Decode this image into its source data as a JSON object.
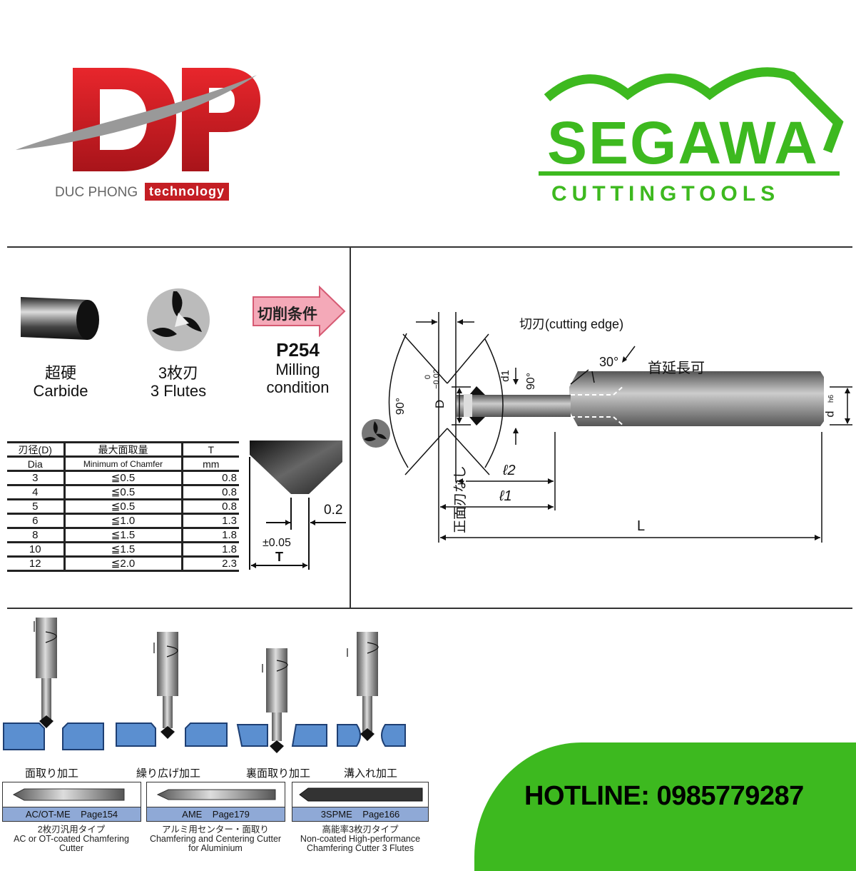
{
  "logos": {
    "dp": {
      "letters": "DP",
      "name": "DUC PHONG",
      "tag": "technology",
      "color": "#d61f26"
    },
    "segawa": {
      "name": "SEGAWA",
      "sub": "CUTTINGTOOLS",
      "color": "#3db91f"
    }
  },
  "features": [
    {
      "jp": "超硬",
      "en": "Carbide"
    },
    {
      "jp": "3枚刃",
      "en": "3 Flutes"
    },
    {
      "arrow": "切削条件",
      "code": "P254",
      "en1": "Milling",
      "en2": "condition"
    }
  ],
  "table": {
    "headers_jp": [
      "刃径(D)",
      "最大面取量",
      "T"
    ],
    "headers_en": [
      "Dia",
      "Minimum of Chamfer",
      "mm"
    ],
    "rows": [
      [
        "3",
        "≦0.5",
        "0.8"
      ],
      [
        "4",
        "≦0.5",
        "0.8"
      ],
      [
        "5",
        "≦0.5",
        "0.8"
      ],
      [
        "6",
        "≦1.0",
        "1.3"
      ],
      [
        "8",
        "≦1.5",
        "1.8"
      ],
      [
        "10",
        "≦1.5",
        "1.8"
      ],
      [
        "12",
        "≦2.0",
        "2.3"
      ]
    ]
  },
  "tip_diagram": {
    "gap": "0.2",
    "tol": "±0.05",
    "t": "T"
  },
  "drawing": {
    "cutting_edge": "切刃(cutting edge)",
    "angle30": "30°",
    "neck": "首延長可",
    "angle90a": "90°",
    "angle90b": "90°",
    "tol_top": "0",
    "tol_bot": "−0.02",
    "D": "D",
    "d1": "d1",
    "l2": "ℓ2",
    "l1": "ℓ1",
    "L": "L",
    "d": "d",
    "h6": "h6",
    "no_face": "正面刃なし"
  },
  "operations": [
    "面取り加工",
    "繰り広げ加工",
    "裏面取り加工",
    "溝入れ加工"
  ],
  "products": [
    {
      "band": "AC/OT-ME    Page154",
      "jp": "2枚刃汎用タイプ",
      "en1": "AC or OT-coated Chamfering",
      "en2": "Cutter"
    },
    {
      "band": "AME    Page179",
      "jp": "アルミ用センター・面取り",
      "en1": "Chamfering and Centering Cutter",
      "en2": "for Aluminium"
    },
    {
      "band": "3SPME    Page166",
      "jp": "高能率3枚刃タイプ",
      "en1": "Non-coated High-performance",
      "en2": "Chamfering Cutter 3 Flutes"
    }
  ],
  "hotline": {
    "text": "HOTLINE: 0985779287",
    "bg": "#3db91f"
  }
}
